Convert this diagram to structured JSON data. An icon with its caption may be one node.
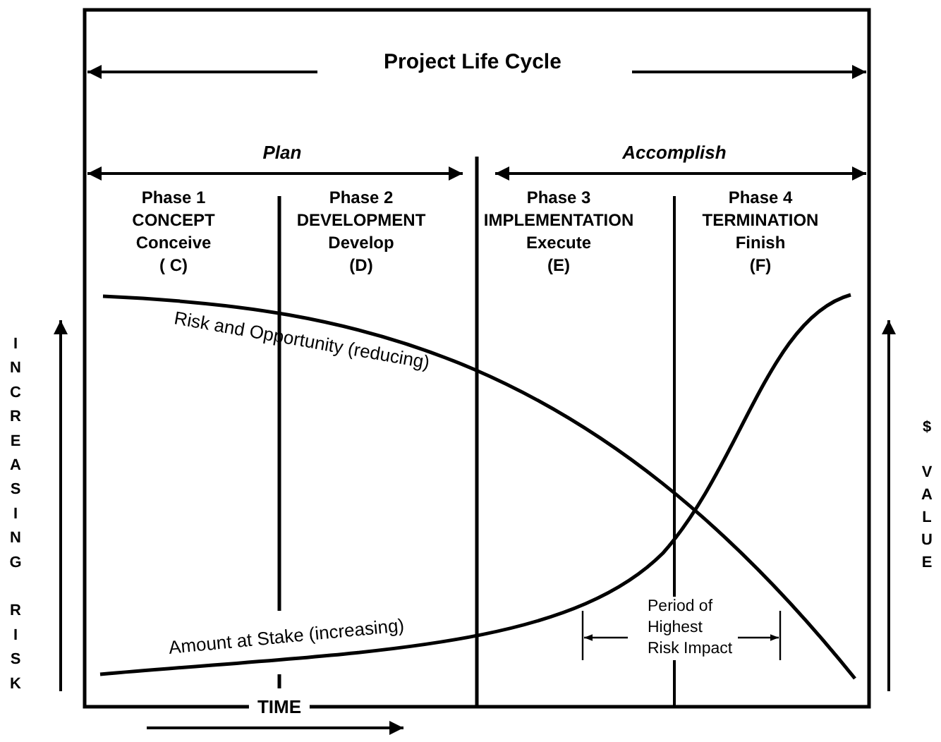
{
  "diagram": {
    "title": "Project Life Cycle",
    "labels": [
      "Plan",
      "Accomplish",
      "Phase 1",
      "CONCEPT",
      "Conceive",
      "( C)",
      "Phase 2",
      "DEVELOPMENT",
      "Develop",
      "(D)",
      "Phase 3",
      "IMPLEMENTATION",
      "Execute",
      "(E)",
      "Phase 4",
      "TERMINATION",
      "Finish",
      "(F)",
      "INCREASING RISK",
      "Risk and Opportunity (reducing)",
      "$ VALUE",
      "Amount at Stake (increasing)",
      "Period of Highest Risk Impact",
      "TIME"
    ]
  }
}
